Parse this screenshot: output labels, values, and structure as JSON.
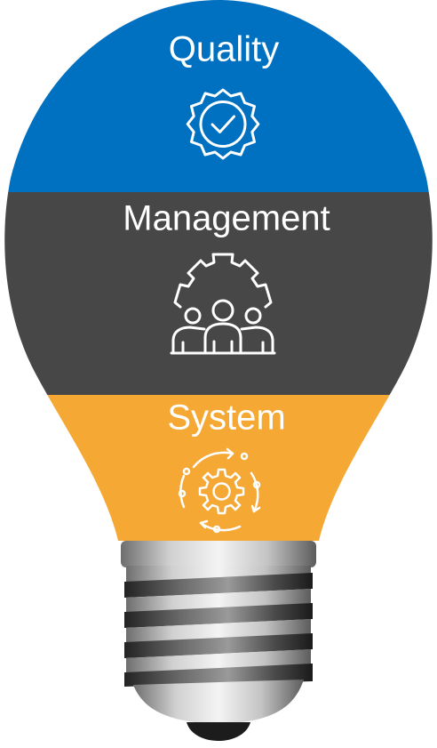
{
  "segments": [
    {
      "id": "quality",
      "label": "Quality",
      "color": "#0070c0",
      "icon": "badge-check-icon"
    },
    {
      "id": "management",
      "label": "Management",
      "color": "#474747",
      "icon": "team-gear-icon"
    },
    {
      "id": "system",
      "label": "System",
      "color": "#f5a833",
      "icon": "gear-cycle-icon"
    }
  ],
  "base_colors": {
    "thread_light": "#d9d9d9",
    "thread_dark": "#5a5a5a",
    "tip": "#222222"
  }
}
